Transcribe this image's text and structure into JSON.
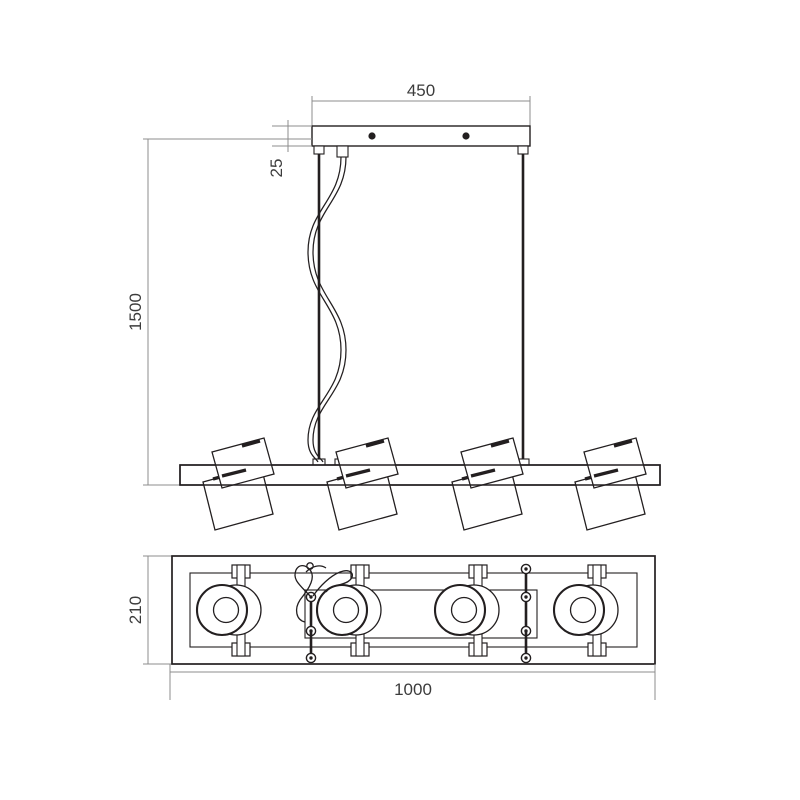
{
  "drawing": {
    "type": "technical-dimension-drawing",
    "subject": "4-head linear suspended pendant light fixture",
    "background_color": "#ffffff",
    "line_color": "#231f20",
    "dimension_line_color": "#8c8c8c",
    "text_color": "#3c3c3c",
    "views": [
      {
        "name": "front-elevation",
        "description": "Ceiling canopy with suspension rods and cable, horizontal bar with four tilted spot heads"
      },
      {
        "name": "bottom-plan",
        "description": "Rectangular frame with four round spot lamps, wiring and mounting bolts"
      }
    ]
  },
  "dimensions": {
    "canopy_width": "450",
    "canopy_height": "25",
    "suspension_drop": "1500",
    "fixture_depth": "210",
    "fixture_length": "1000"
  },
  "elevation": {
    "canopy_dot_count": 2,
    "head_count": 4,
    "rod_count": 2,
    "cable_count": 1
  },
  "plan": {
    "lamp_count": 4,
    "bracket_tab_count": 8,
    "bolt_marker_count": 8,
    "wiring_label": "wiring-squiggle"
  }
}
